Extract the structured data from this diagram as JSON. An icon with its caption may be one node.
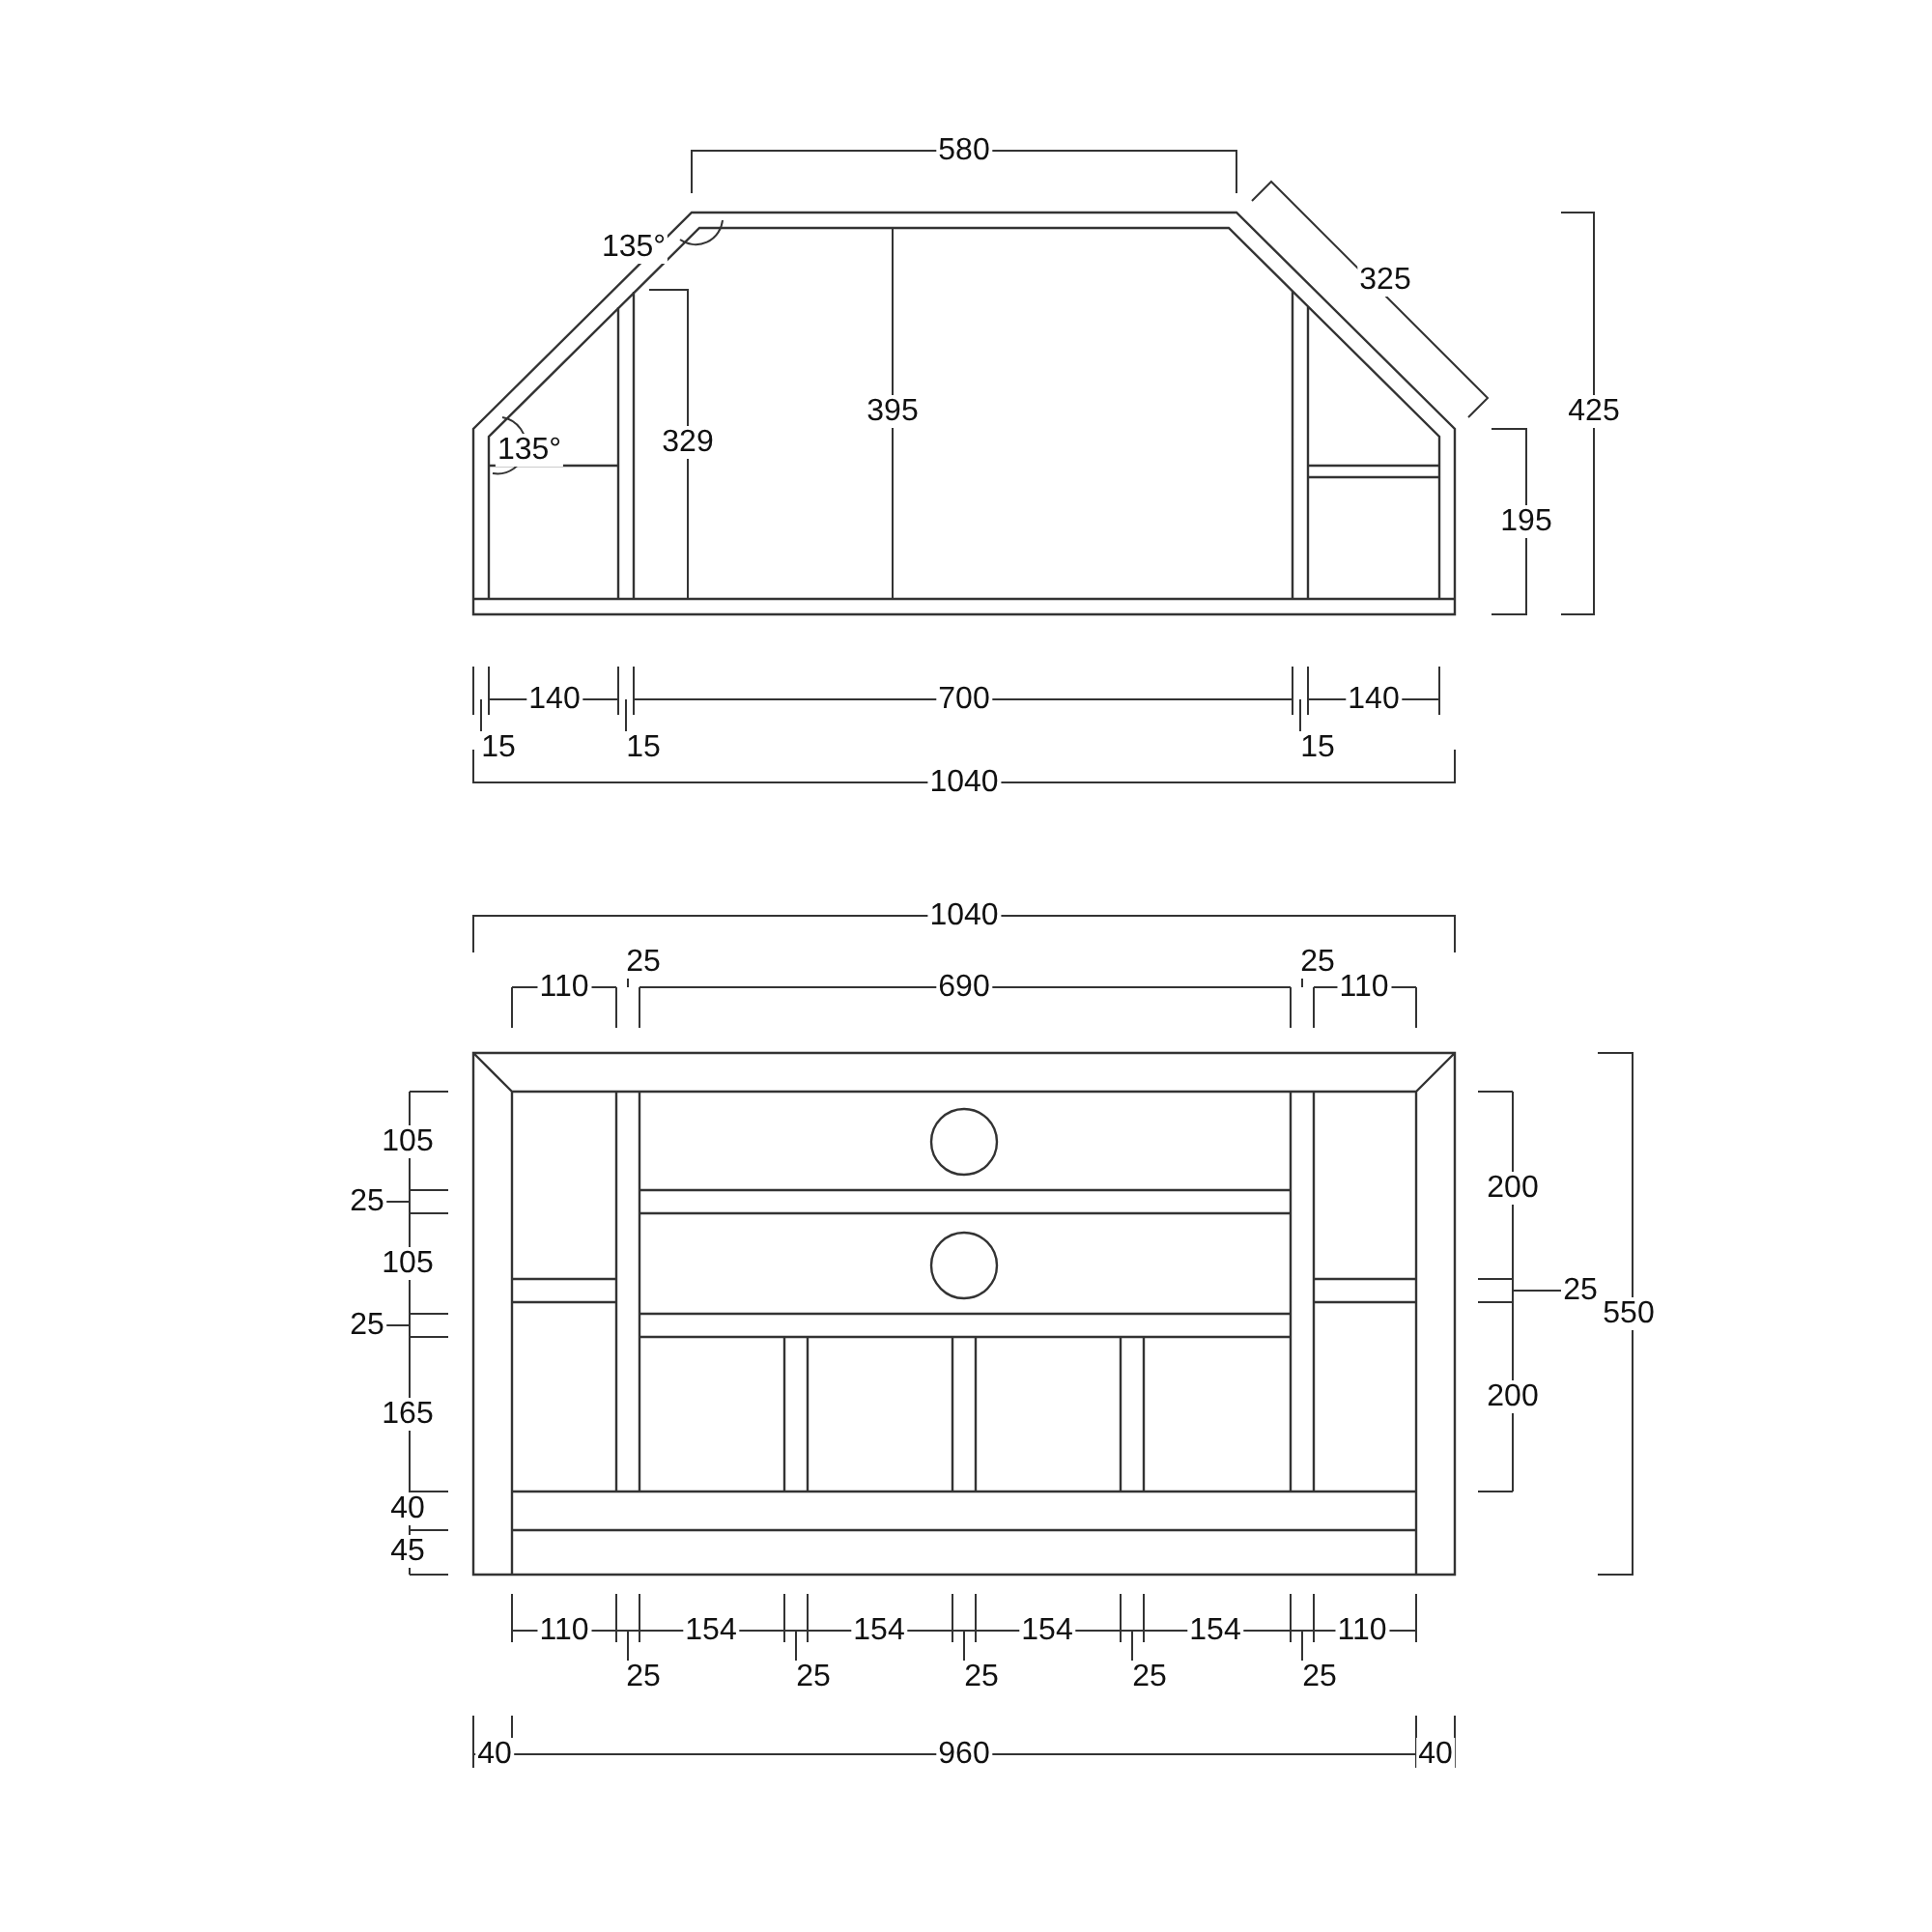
{
  "diagram": {
    "labels": [
      "580",
      "135°",
      "325",
      "395",
      "425",
      "135°",
      "329",
      "195",
      "140",
      "700",
      "140",
      "15",
      "15",
      "15",
      "1040",
      "1040",
      "25",
      "25",
      "110",
      "690",
      "110",
      "105",
      "200",
      "25",
      "105",
      "25",
      "550",
      "25",
      "200",
      "165",
      "40",
      "45",
      "110",
      "154",
      "154",
      "154",
      "154",
      "110",
      "25",
      "25",
      "25",
      "25",
      "25",
      "40",
      "960",
      "40"
    ]
  }
}
